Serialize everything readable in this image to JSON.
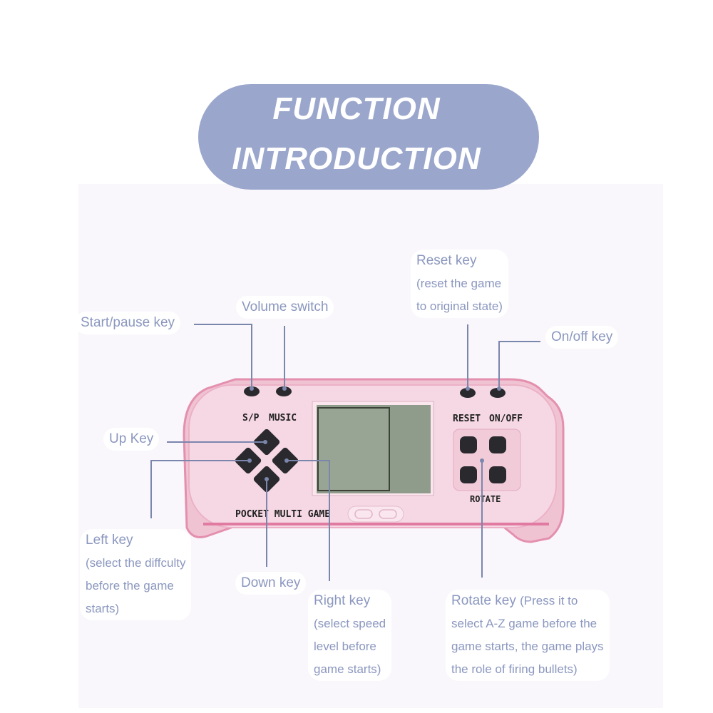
{
  "title": {
    "line1": "FUNCTION",
    "line2": "INTRODUCTION"
  },
  "device": {
    "brand_text": "POCKET MULTI GAME",
    "button_labels": {
      "sp": "S/P",
      "music": "MUSIC",
      "reset": "RESET",
      "onoff": "ON/OFF",
      "rotate": "ROTATE"
    }
  },
  "labels": {
    "start_pause": "Start/pause key",
    "volume": "Volume switch",
    "reset": {
      "title": "Reset key",
      "line1": "(reset the game",
      "line2": "to original state)"
    },
    "onoff": "On/off key",
    "up": "Up Key",
    "left": {
      "title": "Left key",
      "line1": "(select the diffculty",
      "line2": "before the game",
      "line3": "starts)"
    },
    "down": "Down key",
    "right": {
      "title": "Right key",
      "line1": "(select speed",
      "line2": "level before",
      "line3": "game starts)"
    },
    "rotate": {
      "title": "Rotate key",
      "title_sub": "(Press it to",
      "line1": "select A-Z game before the",
      "line2": "game starts, the game plays",
      "line3": "the role of firing bullets)"
    }
  },
  "colors": {
    "title_bg": "#9aa6cc",
    "label_text": "#8b97bf",
    "device_body": "#f4d3e0",
    "screen": "#8f9b8b"
  }
}
